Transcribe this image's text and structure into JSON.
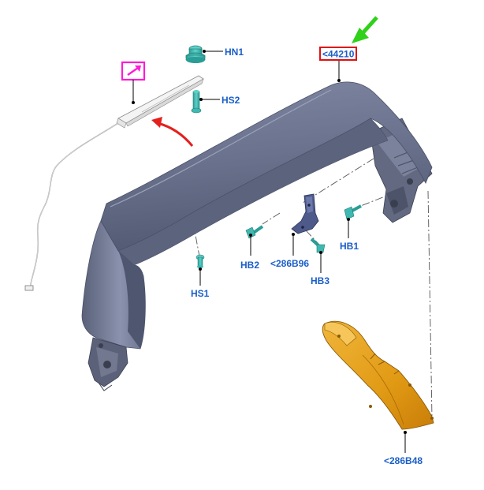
{
  "callouts": {
    "main_part": "<44210",
    "hn1": "HN1",
    "hs2": "HS2",
    "hs1": "HS1",
    "hb1": "HB1",
    "hb2": "HB2",
    "hb3": "HB3",
    "bracket": "<286B96",
    "cover": "<286B48"
  },
  "icons": {
    "green_arrow": "pointer-arrow-icon",
    "red_arrow": "rotation-arrow-icon",
    "magenta_box": "external-link-icon"
  },
  "colors": {
    "spoiler_body": "#6d7691",
    "fastener_teal": "#3fb8b0",
    "cover_orange": "#e8a41c",
    "callout_text": "#1a5ec9",
    "highlight_red": "#e01010",
    "pointer_green": "#2fd11a",
    "link_magenta": "#ff1ad8",
    "rotation_red": "#e4201c"
  }
}
